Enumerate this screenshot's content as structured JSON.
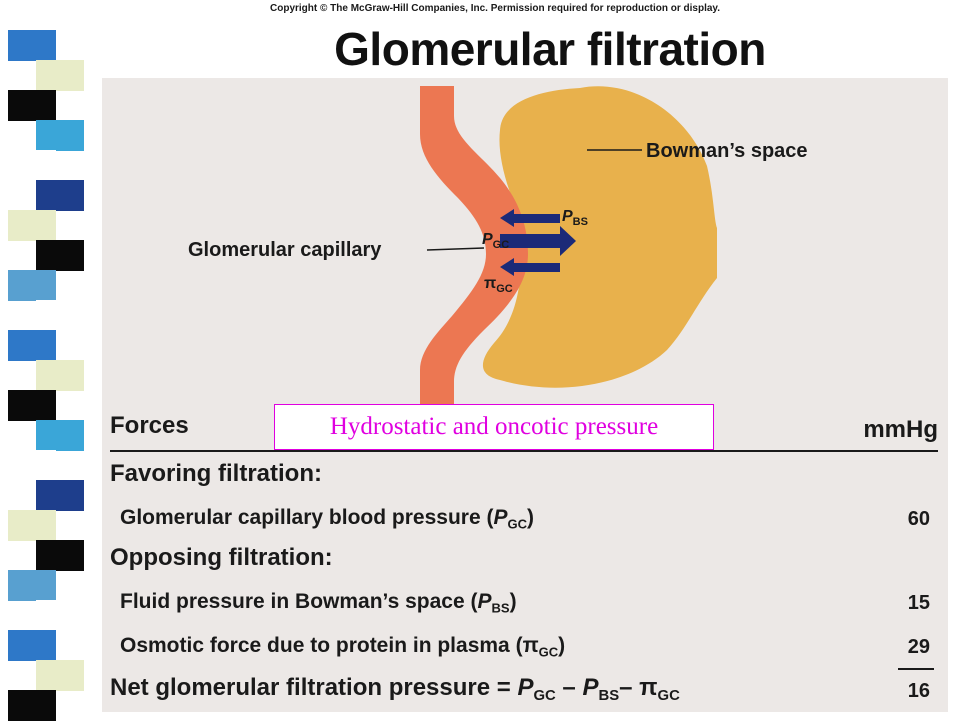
{
  "slide": {
    "copyright": "Copyright © The McGraw-Hill Companies, Inc. Permission required for reproduction or display.",
    "title": "Glomerular filtration"
  },
  "stripes": [
    "#ffffff",
    "#2e78c8",
    "#e8ecc8",
    "#0a0a0a",
    "#3aa6d8",
    "#ffffff",
    "#1e3e8c",
    "#e8ecc8",
    "#0a0a0a",
    "#58a0d0",
    "#ffffff",
    "#2e78c8",
    "#e8ecc8",
    "#0a0a0a",
    "#3aa6d8",
    "#ffffff",
    "#1e3e8c",
    "#e8ecc8",
    "#0a0a0a",
    "#58a0d0",
    "#ffffff",
    "#2e78c8",
    "#e8ecc8",
    "#0a0a0a"
  ],
  "diagram": {
    "bowmans_space_label": "Bowman’s space",
    "glomerular_capillary_label": "Glomerular capillary",
    "p_bs": {
      "main": "P",
      "sub": "BS"
    },
    "p_gc": {
      "main": "P",
      "sub": "GC"
    },
    "pi_gc": {
      "main": "π",
      "sub": "GC"
    },
    "colors": {
      "capillary": "#ec7752",
      "bowman": "#e8b14c",
      "arrow": "#1b2a78",
      "panel": "#ece8e6"
    }
  },
  "overlay_label": "Hydrostatic and oncotic pressure",
  "table": {
    "forces_header": "Forces",
    "unit_header": "mmHg",
    "favoring_header": "Favoring filtration:",
    "opposing_header": "Opposing filtration:",
    "rows": [
      {
        "text": "Glomerular capillary blood pressure (",
        "sym": "P",
        "sub": "GC",
        "close": ")",
        "value": "60"
      },
      {
        "text": "Fluid pressure in Bowman’s space (",
        "sym": "P",
        "sub": "BS",
        "close": ")",
        "value": "15"
      },
      {
        "text": "Osmotic force due to protein in plasma (",
        "sym": "π",
        "sub": "GC",
        "close": ")",
        "value": "29"
      }
    ],
    "net": {
      "text": "Net glomerular filtration pressure = ",
      "t1": "P",
      "t1sub": "GC",
      "op1": " – ",
      "t2": "P",
      "t2sub": "BS",
      "op2": "– ",
      "t3": "π",
      "t3sub": "GC",
      "value": "16"
    }
  }
}
